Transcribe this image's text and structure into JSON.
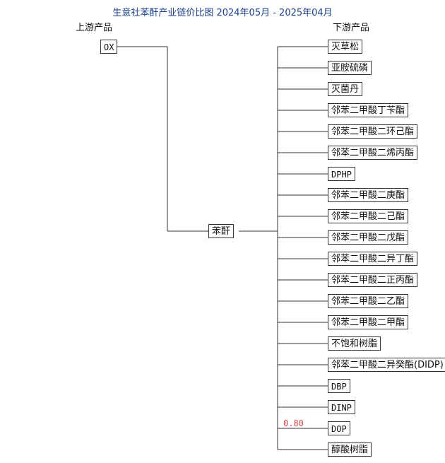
{
  "title": "生意社苯酐产业链价比图  2024年05月 - 2025年04月",
  "upstream_label": "上游产品",
  "downstream_label": "下游产品",
  "upstream": "OX",
  "center": "苯酐",
  "downstream": [
    "灭草松",
    "亚胺硫磷",
    "灭菌丹",
    "邻苯二甲酸丁苄酯",
    "邻苯二甲酸二环己酯",
    "邻苯二甲酸二烯丙酯",
    "DPHP",
    "邻苯二甲酸二庚酯",
    "邻苯二甲酸二己酯",
    "邻苯二甲酸二戊酯",
    "邻苯二甲酸二异丁酯",
    "邻苯二甲酸二正丙酯",
    "邻苯二甲酸二乙酯",
    "邻苯二甲酸二甲酯",
    "不饱和树脂",
    "邻苯二甲酸二异癸酯(DIDP)",
    "DBP",
    "DINP",
    "DOP",
    "醇酸树脂"
  ],
  "price_ratio": {
    "product_index": 18,
    "value": "0.80"
  },
  "colors": {
    "title": "#1a3f8a",
    "price": "#d84a4a",
    "line": "#333333"
  }
}
